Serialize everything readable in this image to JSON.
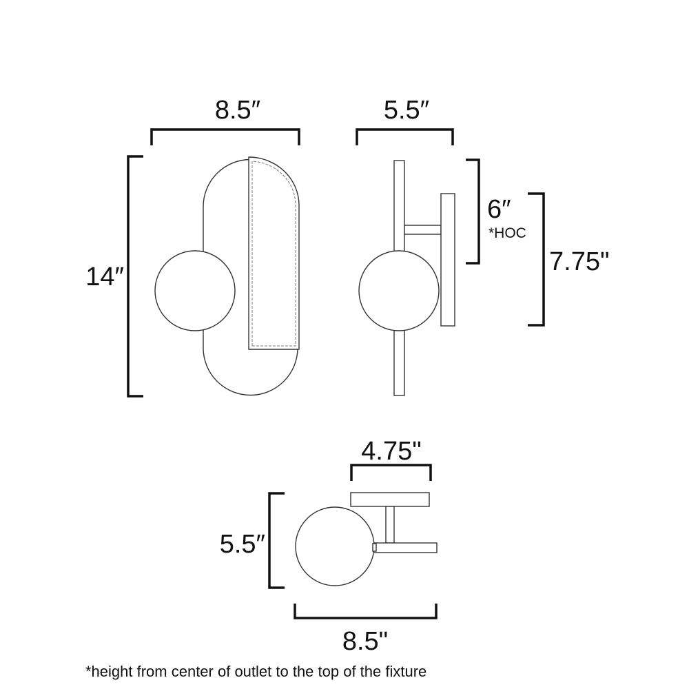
{
  "front_view": {
    "width_label": "8.5″",
    "height_label": "14″"
  },
  "side_view": {
    "depth_label": "5.5″",
    "hoc_label": "6″",
    "hoc_note": "*HOC",
    "backplate_label": "7.75\""
  },
  "top_view": {
    "canopy_label": "4.75\"",
    "depth_label": "5.5″",
    "width_label": "8.5\""
  },
  "footnote": "*height from center of outlet to the top of the fixture",
  "colors": {
    "line": "#111111",
    "background": "#ffffff"
  }
}
